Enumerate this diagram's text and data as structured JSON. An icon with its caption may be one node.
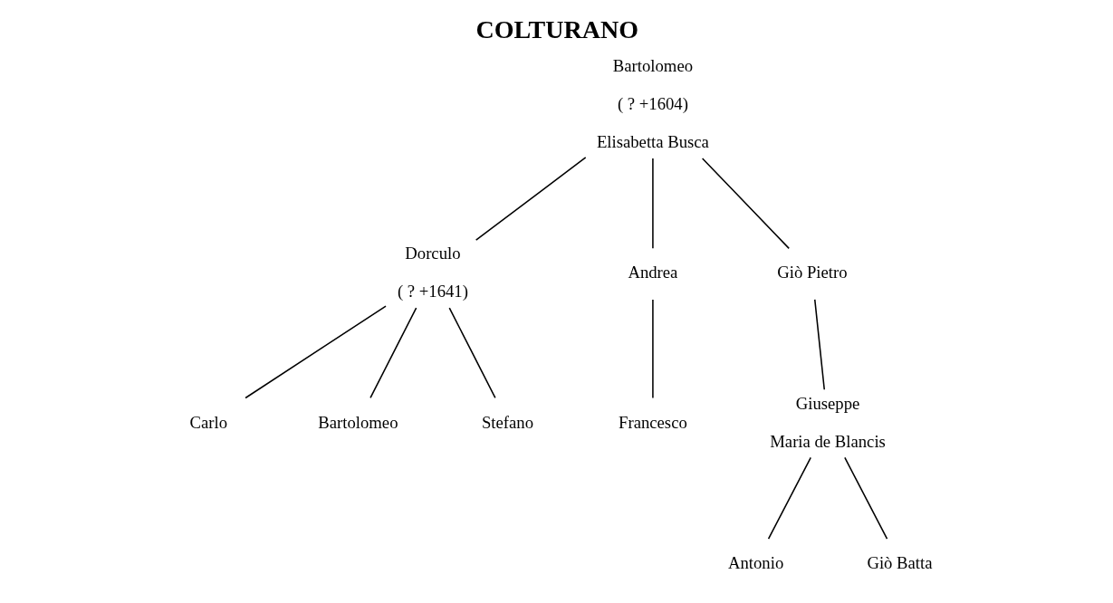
{
  "diagram": {
    "title": "COLTURANO",
    "nodes": [
      {
        "text": [
          "Bartolomeo",
          "( ? +1604)",
          "Elisabetta Busca"
        ]
      },
      {
        "text": [
          "Dorculo",
          "( ? +1641)"
        ]
      },
      {
        "text": [
          "Andrea"
        ]
      },
      {
        "text": [
          "Giò Pietro"
        ]
      },
      {
        "text": [
          "Carlo"
        ]
      },
      {
        "text": [
          "Bartolomeo"
        ]
      },
      {
        "text": [
          "Stefano"
        ]
      },
      {
        "text": [
          "Francesco"
        ]
      },
      {
        "text": [
          "Giuseppe",
          "Maria de Blancis"
        ]
      },
      {
        "text": [
          "Antonio"
        ]
      },
      {
        "text": [
          "Giò Batta"
        ]
      }
    ],
    "edges": [
      {
        "from": 0,
        "to": 1,
        "arrow": "none"
      },
      {
        "from": 0,
        "to": 2,
        "arrow": "none"
      },
      {
        "from": 0,
        "to": 3,
        "arrow": "none"
      },
      {
        "from": 1,
        "to": 4,
        "arrow": "none"
      },
      {
        "from": 1,
        "to": 5,
        "arrow": "none"
      },
      {
        "from": 1,
        "to": 6,
        "arrow": "none"
      },
      {
        "from": 2,
        "to": 7,
        "arrow": "none"
      },
      {
        "from": 3,
        "to": 8,
        "arrow": "none"
      },
      {
        "from": 8,
        "to": 9,
        "arrow": "none"
      },
      {
        "from": 8,
        "to": 10,
        "arrow": "none"
      }
    ]
  }
}
